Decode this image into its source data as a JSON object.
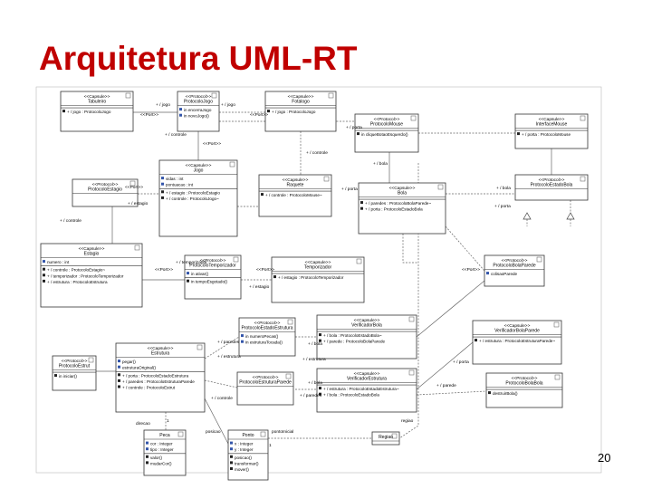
{
  "slide": {
    "title": "Arquitetura UML-RT",
    "page_number": "20"
  },
  "diagram": {
    "classes": [
      {
        "id": "tabuleiro",
        "stereo": "<<Capsule>>",
        "name": "Tabuleiro",
        "attrs": [],
        "ops": [
          "+ / jogo : ProtocoloJogo"
        ]
      },
      {
        "id": "protojogo",
        "stereo": "<<Protocol>>",
        "name": "ProtocoloJogo",
        "attrs": [
          "in encerraJogo",
          "in novoJogo()"
        ],
        "ops": []
      },
      {
        "id": "fotalogo",
        "stereo": "<<Capsule>>",
        "name": "Fotalogo",
        "attrs": [],
        "ops": [
          "+ / jogo : ProtocoloJogo"
        ]
      },
      {
        "id": "protomouse",
        "stereo": "<<Protocol>>",
        "name": "ProtocoloMouse",
        "attrs": [],
        "ops": [
          "in cliqueBotaoEsquerdo()"
        ]
      },
      {
        "id": "interfacemouse",
        "stereo": "<<Capsule>>",
        "name": "InterfaceMouse",
        "attrs": [],
        "ops": [
          "+ / porta : ProtocoloMouse"
        ]
      },
      {
        "id": "jogo",
        "stereo": "<<Capsule>>",
        "name": "Jogo",
        "attrs": [
          "vidas : int",
          "pontuacao : int"
        ],
        "ops": [
          "+ / estagio : ProtocoloEstagio",
          "+ / controle : ProtocoloJogo~"
        ]
      },
      {
        "id": "protoestagio",
        "stereo": "<<Protocol>>",
        "name": "ProtocoloEstagio",
        "attrs": [],
        "ops": []
      },
      {
        "id": "raquete",
        "stereo": "<<Capsule>>",
        "name": "Raquete",
        "attrs": [],
        "ops": [
          "+ / controle : ProtocoloMouse~"
        ]
      },
      {
        "id": "bola",
        "stereo": "<<Capsule>>",
        "name": "Bola",
        "attrs": [],
        "ops": [
          "+ / paredes : ProtocoloBolaParede~",
          "+ / porta : ProtocoloEstadoBola"
        ]
      },
      {
        "id": "protoestadobola",
        "stereo": "<<Protocol>>",
        "name": "ProtocoloEstadoBola",
        "attrs": [],
        "ops": []
      },
      {
        "id": "estagio",
        "stereo": "<<Capsule>>",
        "name": "Estagio",
        "attrs": [
          "numero : int"
        ],
        "ops": [
          "+ / controle : ProtocoloEstagio~",
          "+ / temporizador : ProtocoloTemporizador",
          "+ / estrutura : ProtocoloEstrutura"
        ]
      },
      {
        "id": "prototemp",
        "stereo": "<<Protocol>>",
        "name": "ProtocoloTemporizador",
        "attrs": [
          "in ativar()"
        ],
        "ops": [
          "in tempoEsgotado()"
        ]
      },
      {
        "id": "temporizador",
        "stereo": "<<Capsule>>",
        "name": "Temporizador",
        "attrs": [],
        "ops": [
          "+ / estagio : ProtocoloTemporizador"
        ]
      },
      {
        "id": "protobolaparede",
        "stereo": "<<Protocol>>",
        "name": "ProtocoloBolaParede",
        "attrs": [
          "colisaoParede"
        ],
        "ops": []
      },
      {
        "id": "verificadorbola",
        "stereo": "<<Capsule>>",
        "name": "VerificadorBola",
        "attrs": [],
        "ops": [
          "+ / bola : ProtocoloEstadoBola~",
          "+ / parede : ProtocoloBolaParede"
        ]
      },
      {
        "id": "protoestadoestrut",
        "stereo": "<<Protocol>>",
        "name": "ProtocoloEstadoEstrutura",
        "attrs": [
          "in numeroPecas()",
          "in estruturaTocada()"
        ],
        "ops": []
      },
      {
        "id": "verificadorestrut",
        "stereo": "<<Capsule>>",
        "name": "VerificadorEstrutura",
        "attrs": [],
        "ops": [
          "+ / estrutura : ProtocoloEstadoEstrutura~",
          "+ / bola : ProtocoloEstadoBola"
        ]
      },
      {
        "id": "protoestrut",
        "stereo": "<<Protocol>>",
        "name": "ProtocoloEstrut",
        "attrs": [],
        "ops": [
          "in iniciar()"
        ]
      },
      {
        "id": "estrutura",
        "stereo": "<<Capsule>>",
        "name": "Estrutura",
        "attrs": [
          "pegar()",
          "estruturaOriginal()"
        ],
        "ops": [
          "+ / porta : ProtocoloEstadoEstrutura",
          "+ / paredes : ProtocoloEstruturaParede",
          "+ / controle : ProtocoloEstrut"
        ]
      },
      {
        "id": "protoestrutparede",
        "stereo": "<<Protocol>>",
        "name": "ProtocoloEstruturaParede",
        "attrs": [],
        "ops": []
      },
      {
        "id": "verificadorparede",
        "stereo": "<<Capsule>>",
        "name": "VerificadorBolaParede",
        "attrs": [],
        "ops": [
          "+ / estrutura : ProtocoloEstruturaParede~"
        ]
      },
      {
        "id": "protobolabola",
        "stereo": "<<Protocol>>",
        "name": "ProtocoloBolaBola",
        "attrs": [],
        "ops": [
          "destruirBola()"
        ]
      },
      {
        "id": "peca",
        "stereo": "",
        "name": "Peca",
        "attrs": [
          "cor : Integer",
          "tipo : Integer"
        ],
        "ops": [
          "valor()",
          "mudarCor()"
        ]
      },
      {
        "id": "ponto",
        "stereo": "",
        "name": "Ponto",
        "attrs": [
          "x : Integer",
          "y : Integer"
        ],
        "ops": [
          "posicao()",
          "transformar()",
          "mover()"
        ]
      },
      {
        "id": "regiao",
        "stereo": "",
        "name": "Regiao",
        "attrs": [],
        "ops": []
      }
    ],
    "labels": [
      "+ / jogo",
      "+ / jogo",
      "<<Port>>",
      "<<Port>>",
      "+ / controle",
      "+ / porta",
      "+ / controle",
      "<<Port>>",
      "+ / bola",
      "<<Port>>",
      "+ / porta",
      "+ / estagio",
      "+ / bola",
      "+ / porta",
      "+ / controle",
      "+ / temporizador",
      "+ / estagio",
      "<<Port>>",
      "<<Port>>",
      "+ / paredes",
      "+ / bola",
      "+ / estrutura",
      "+ / controle",
      "+ / paredes",
      "+ / parede",
      "+ / porta",
      "<<Port>>",
      "+ / estrutura",
      "+ / bola",
      "1",
      "1",
      "regiao",
      "pontoInicial",
      "direcao",
      "posicao"
    ]
  }
}
